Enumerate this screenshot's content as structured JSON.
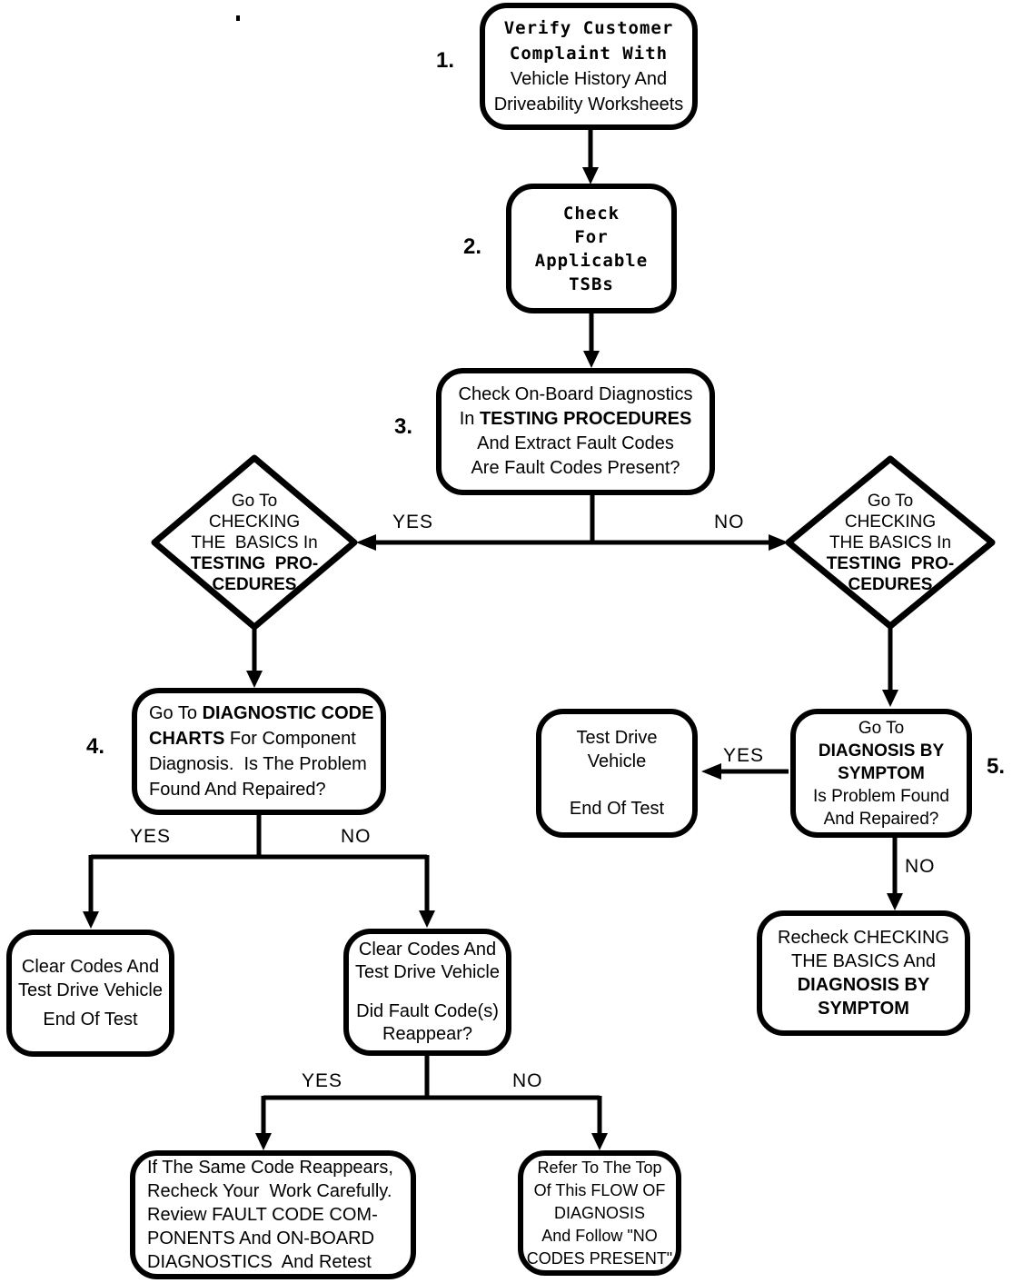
{
  "colors": {
    "ink": "#000000",
    "paper": "#ffffff"
  },
  "steps": {
    "s1": "1.",
    "s2": "2.",
    "s3": "3.",
    "s4": "4.",
    "s5": "5."
  },
  "edges": {
    "yes_codes": "YES",
    "no_codes": "NO",
    "yes_found": "YES",
    "no_found": "NO",
    "yes_reappear": "YES",
    "no_reappear": "NO",
    "yes_symptom": "YES",
    "no_symptom": "NO"
  },
  "nodes": {
    "verify": {
      "l1": "Verify Customer",
      "l2": "Complaint With",
      "l3": "Vehicle History And",
      "l4": "Driveability Worksheets"
    },
    "tsbs": {
      "l1": "Check",
      "l2": "For",
      "l3": "Applicable",
      "l4": "TSBs"
    },
    "obd": {
      "l1": "Check On-Board Diagnostics",
      "l2a": "In ",
      "l2b": "TESTING PROCEDURES",
      "l3": "And Extract Fault Codes",
      "l4": "Are Fault Codes Present?"
    },
    "basics_left": {
      "l1": "Go To",
      "l2": "CHECKING",
      "l3": "THE  BASICS In",
      "l4": "TESTING  PRO-",
      "l5": "CEDURES"
    },
    "basics_right": {
      "l1": "Go To",
      "l2": "CHECKING",
      "l3": "THE BASICS In",
      "l4": "TESTING  PRO-",
      "l5": "CEDURES"
    },
    "code_charts": {
      "l1a": "Go To ",
      "l1b": "DIAGNOSTIC CODE",
      "l2a": "CHARTS",
      "l2b": " For Component",
      "l3": "Diagnosis.  Is The Problem",
      "l4": "Found And Repaired?"
    },
    "test_drive": {
      "l1": "Test Drive",
      "l2": "Vehicle",
      "l3": "End Of Test"
    },
    "symptom": {
      "l1": "Go To",
      "l2": "DIAGNOSIS BY",
      "l3": "SYMPTOM",
      "l4": "Is Problem Found",
      "l5": "And Repaired?"
    },
    "recheck": {
      "l1": "Recheck CHECKING",
      "l2": "THE BASICS And",
      "l3": "DIAGNOSIS BY",
      "l4": "SYMPTOM"
    },
    "clear_end": {
      "l1": "Clear Codes And",
      "l2": "Test Drive Vehicle",
      "l3": "End Of Test"
    },
    "clear_reappear": {
      "l1": "Clear Codes And",
      "l2": "Test Drive Vehicle",
      "l3": "Did Fault Code(s)",
      "l4": "Reappear?"
    },
    "same_code": {
      "l1": "If The Same Code Reappears,",
      "l2": "Recheck Your  Work Carefully.",
      "l3": "Review FAULT CODE COM-",
      "l4": "PONENTS And ON-BOARD",
      "l5": "DIAGNOSTICS  And Retest"
    },
    "refer_top": {
      "l1": "Refer To The Top",
      "l2": "Of This FLOW OF",
      "l3": "DIAGNOSIS",
      "l4": "And Follow \"NO",
      "l5": "CODES PRESENT\""
    }
  }
}
